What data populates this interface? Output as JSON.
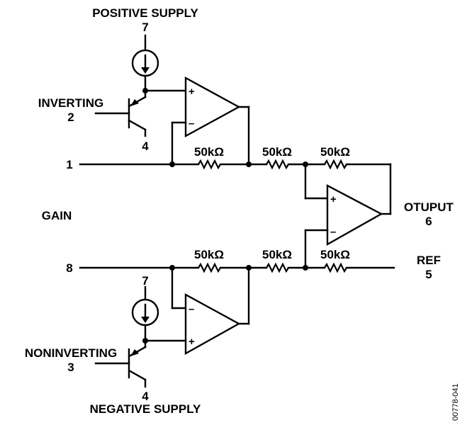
{
  "labels": {
    "positive_supply": "POSITIVE SUPPLY",
    "positive_supply_pin": "7",
    "inverting": "INVERTING",
    "inverting_pin": "2",
    "pin_4_top": "4",
    "gain_pin_1": "1",
    "gain": "GAIN",
    "gain_pin_8": "8",
    "neg_supply_pin_7": "7",
    "noninverting": "NONINVERTING",
    "noninverting_pin": "3",
    "pin_4_bottom": "4",
    "negative_supply": "NEGATIVE SUPPLY",
    "output": "OTUPUT",
    "output_pin": "6",
    "ref": "REF",
    "ref_pin": "5",
    "figure_code": "00778-041"
  },
  "resistors": {
    "r1": "50kΩ",
    "r2": "50kΩ",
    "r3": "50kΩ",
    "r4": "50kΩ",
    "r5": "50kΩ",
    "r6": "50kΩ"
  },
  "op_amp_signs": {
    "top_plus": "+",
    "top_minus": "–",
    "out_plus": "+",
    "out_minus": "–",
    "bottom_minus": "–",
    "bottom_plus": "+"
  }
}
